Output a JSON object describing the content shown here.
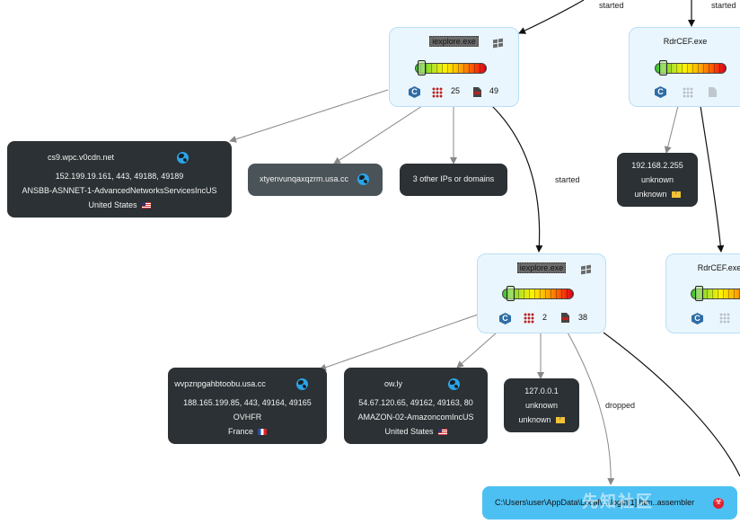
{
  "edge_labels": {
    "started_1": "started",
    "started_2": "started",
    "started_3": "started",
    "dropped": "dropped"
  },
  "processes": {
    "iexplore_top": {
      "name": "iexplore.exe",
      "dots": "25",
      "files": "49",
      "threat_level": 0.12
    },
    "rdrcef_top": {
      "name": "RdrCEF.exe",
      "threat_level": 0.12
    },
    "iexplore_mid": {
      "name": "iexplore.exe",
      "dots": "2",
      "files": "38",
      "threat_level": 0.12
    },
    "rdrcef_mid": {
      "name": "RdrCEF.exe",
      "threat_level": 0.12
    }
  },
  "hosts": {
    "cs9": {
      "domain": "cs9.wpc.v0cdn.net",
      "ip_ports": "152.199.19.161, 443, 49188, 49189",
      "asn": "ANSBB-ASNNET-1-AdvancedNetworksServicesIncUS",
      "country": "United States"
    },
    "xtyen": {
      "domain": "xtyenvunqaxqzrm.usa.cc"
    },
    "other": {
      "label": "3 other IPs or domains"
    },
    "ip_192": {
      "ip": "192.168.2.255",
      "line2": "unknown",
      "line3": "unknown"
    },
    "wvpz": {
      "domain": "wvpznpgahbtoobu.usa.cc",
      "ip_ports": "188.165.199.85, 443, 49164, 49165",
      "asn": "OVHFR",
      "country": "France"
    },
    "owly": {
      "domain": "ow.ly",
      "ip_ports": "54.67.120.65, 49162, 49163, 80",
      "asn": "AMAZON-02-AmazoncomIncUS",
      "country": "United States"
    },
    "ip_127": {
      "ip": "127.0.0.1",
      "line2": "unknown",
      "line3": "unknown"
    }
  },
  "file": {
    "path": "C:\\Users\\user\\AppData\\Local\\...\\login[1].htm..assembler"
  },
  "watermark": "先知社区",
  "colors": {
    "process_bg": "#eaf6fd",
    "process_border": "#b7e0f6",
    "dark_node": "#2b3134",
    "file_node": "#4dc0f3",
    "globe": "#2aa3e6"
  }
}
